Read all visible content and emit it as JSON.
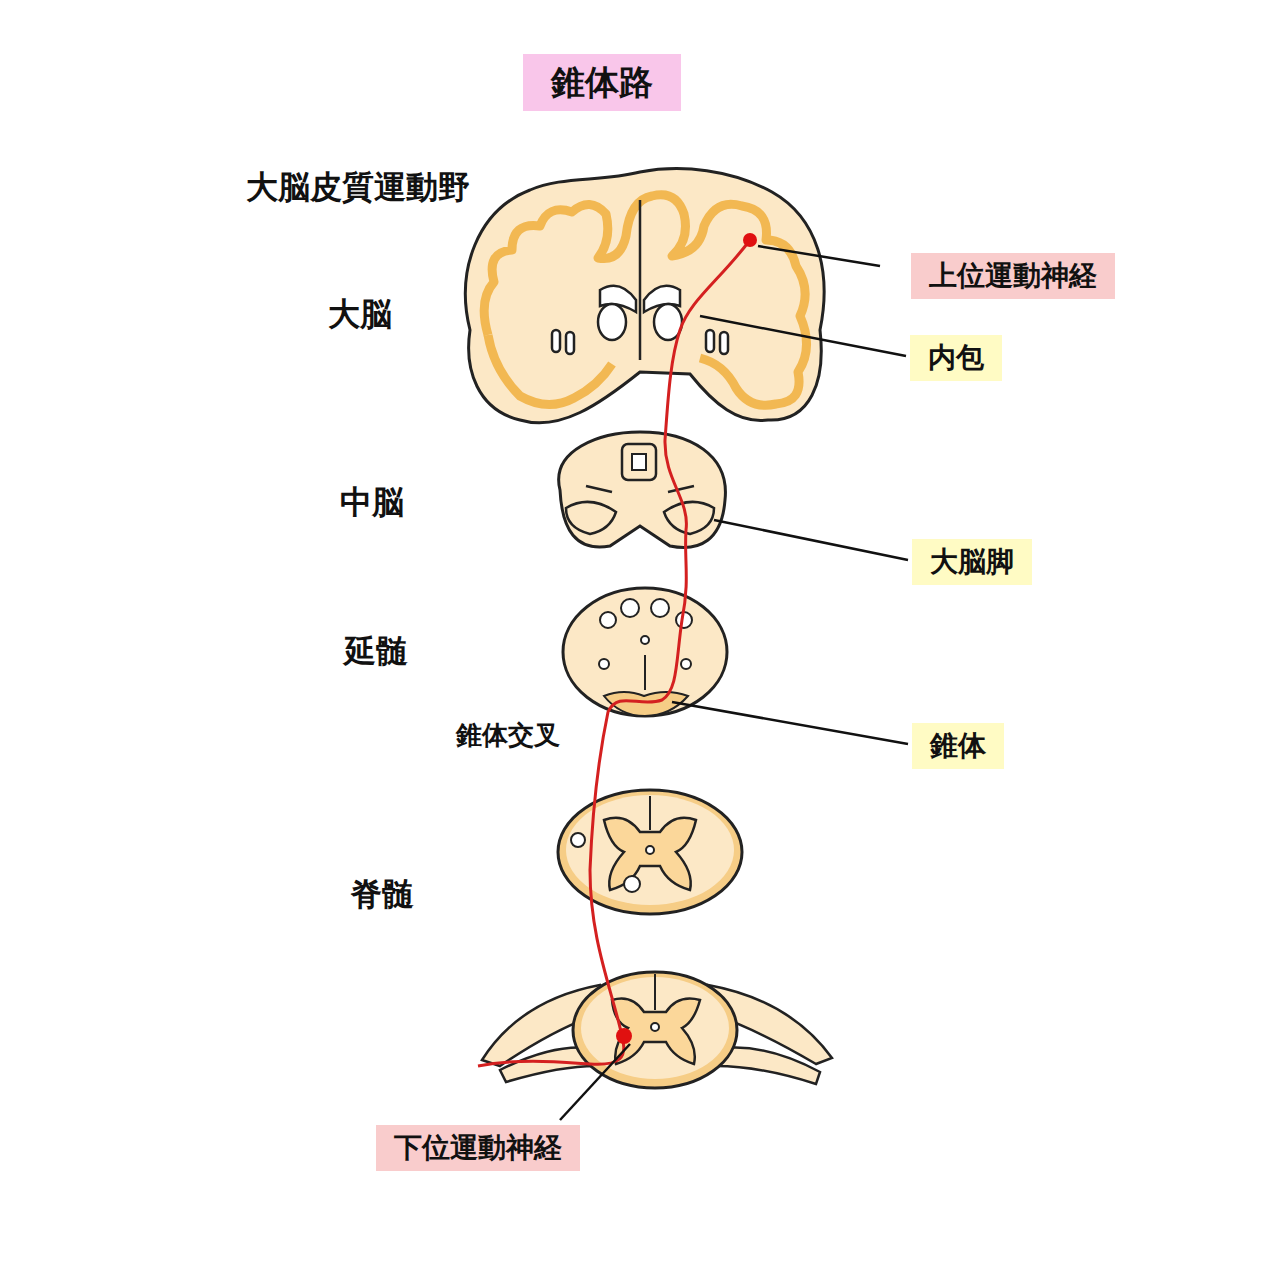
{
  "diagram": {
    "title": "錐体路",
    "nodes": [
      {
        "text": [
          "上位運動神経"
        ]
      },
      {
        "text": [
          "内包"
        ]
      },
      {
        "text": [
          "大脳脚"
        ]
      },
      {
        "text": [
          "錐体"
        ]
      },
      {
        "text": [
          "下位運動神経"
        ]
      }
    ],
    "labels": [
      "大脳皮質運動野",
      "大脳",
      "中脳",
      "延髄",
      "錐体交叉",
      "脊髄"
    ]
  }
}
